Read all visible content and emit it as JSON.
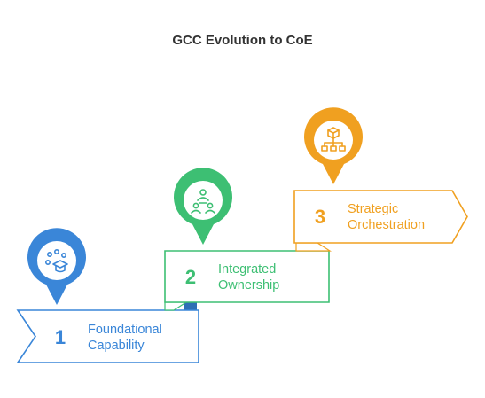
{
  "title": "GCC Evolution to CoE",
  "steps": [
    {
      "number": "1",
      "line1": "Foundational",
      "line2": "Capability",
      "color": "#3a86d8",
      "icon": "graduate-network-icon"
    },
    {
      "number": "2",
      "line1": "Integrated",
      "line2": "Ownership",
      "color": "#3dbf73",
      "icon": "team-collaboration-icon"
    },
    {
      "number": "3",
      "line1": "Strategic",
      "line2": "Orchestration",
      "color": "#f0a020",
      "icon": "hierarchy-icon"
    }
  ]
}
